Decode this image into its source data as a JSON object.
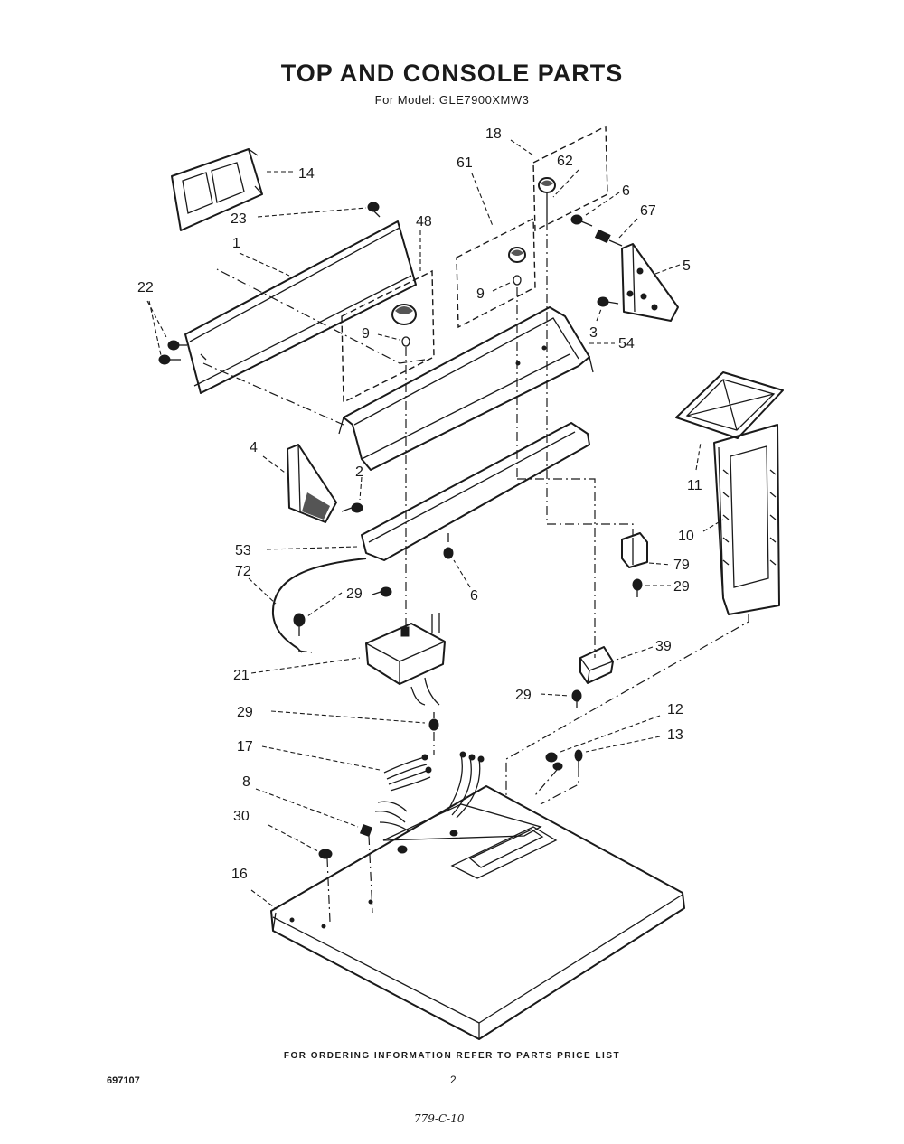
{
  "header": {
    "title": "TOP AND CONSOLE PARTS",
    "subtitle": "For Model: GLE7900XMW3"
  },
  "callouts": {
    "c18": "18",
    "c61": "61",
    "c62": "62",
    "c14": "14",
    "c6a": "6",
    "c67": "67",
    "c23": "23",
    "c48": "48",
    "c1": "1",
    "c5": "5",
    "c22": "22",
    "c9a": "9",
    "c9b": "9",
    "c3": "3",
    "c54": "54",
    "c4": "4",
    "c2": "2",
    "c11": "11",
    "c10": "10",
    "c53": "53",
    "c72": "72",
    "c79": "79",
    "c29a": "29",
    "c6b": "6",
    "c29b": "29",
    "c21": "21",
    "c39": "39",
    "c29c": "29",
    "c29d": "29",
    "c12": "12",
    "c17": "17",
    "c13": "13",
    "c8": "8",
    "c30": "30",
    "c16": "16"
  },
  "footer": {
    "ordering_note": "FOR ORDERING INFORMATION REFER TO PARTS PRICE LIST",
    "doc_number": "697107",
    "page_number": "2",
    "handwritten_mark": "779-C-10"
  }
}
